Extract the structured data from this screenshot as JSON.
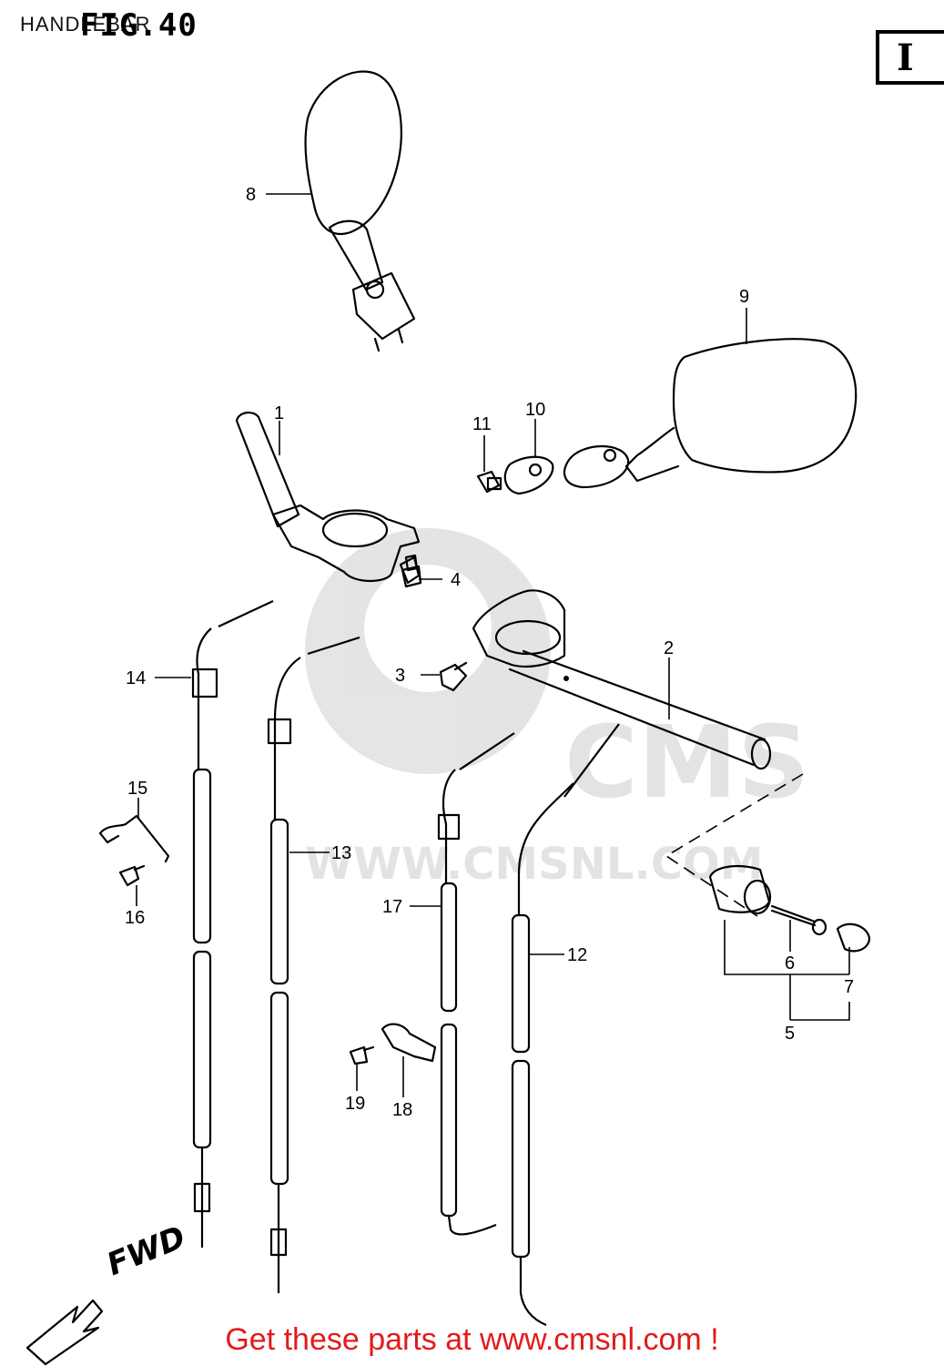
{
  "header": {
    "title": "HANDLEBAR",
    "figure": "FIG.40",
    "section_mark": "I"
  },
  "watermark": {
    "brand": "CMS",
    "url": "WWW.CMSNL.COM"
  },
  "direction_label": "FWD",
  "callouts": [
    {
      "id": "c8",
      "label": "8"
    },
    {
      "id": "c9",
      "label": "9"
    },
    {
      "id": "c1",
      "label": "1"
    },
    {
      "id": "c11",
      "label": "11"
    },
    {
      "id": "c10",
      "label": "10"
    },
    {
      "id": "c4",
      "label": "4"
    },
    {
      "id": "c2",
      "label": "2"
    },
    {
      "id": "c3",
      "label": "3"
    },
    {
      "id": "c14",
      "label": "14"
    },
    {
      "id": "c13",
      "label": "13"
    },
    {
      "id": "c15",
      "label": "15"
    },
    {
      "id": "c16",
      "label": "16"
    },
    {
      "id": "c17",
      "label": "17"
    },
    {
      "id": "c12",
      "label": "12"
    },
    {
      "id": "c6",
      "label": "6"
    },
    {
      "id": "c7",
      "label": "7"
    },
    {
      "id": "c5",
      "label": "5"
    },
    {
      "id": "c19",
      "label": "19"
    },
    {
      "id": "c18",
      "label": "18"
    }
  ],
  "footer": {
    "banner": "Get these parts at www.cmsnl.com !",
    "banner_color": "#e21b1b"
  }
}
